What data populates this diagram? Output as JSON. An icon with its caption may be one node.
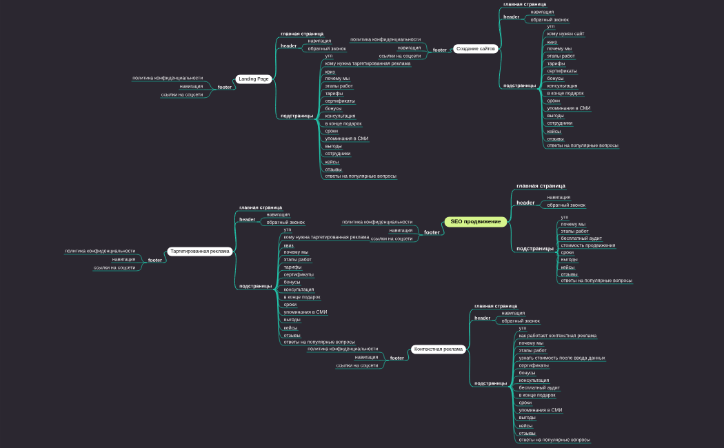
{
  "diagram": {
    "nodes": [
      {
        "text": [
          "Landing Page"
        ]
      },
      {
        "text": [
          "главная страница"
        ]
      },
      {
        "text": [
          "header"
        ]
      },
      {
        "text": [
          "навигация"
        ]
      },
      {
        "text": [
          "обратный звонок"
        ]
      },
      {
        "text": [
          "подстраницы"
        ]
      },
      {
        "text": [
          "утп"
        ]
      },
      {
        "text": [
          "кому нужна таргетированная реклама"
        ]
      },
      {
        "text": [
          "квиз"
        ]
      },
      {
        "text": [
          "почему мы"
        ]
      },
      {
        "text": [
          "этапы работ"
        ]
      },
      {
        "text": [
          "тарифы"
        ]
      },
      {
        "text": [
          "сертификаты"
        ]
      },
      {
        "text": [
          "бонусы"
        ]
      },
      {
        "text": [
          "консультация"
        ]
      },
      {
        "text": [
          "в конце подарок"
        ]
      },
      {
        "text": [
          "сроки"
        ]
      },
      {
        "text": [
          "упоминания в СМИ"
        ]
      },
      {
        "text": [
          "выгоды"
        ]
      },
      {
        "text": [
          "сотрудники"
        ]
      },
      {
        "text": [
          "кейсы"
        ]
      },
      {
        "text": [
          "отзывы"
        ]
      },
      {
        "text": [
          "ответы на популярные вопросы"
        ]
      },
      {
        "text": [
          "footer"
        ]
      },
      {
        "text": [
          "политика конфиденциальности"
        ]
      },
      {
        "text": [
          "навигация"
        ]
      },
      {
        "text": [
          "ссылки на соцсети"
        ]
      },
      {
        "text": [
          "Создание сайтов"
        ]
      },
      {
        "text": [
          "главная страница"
        ]
      },
      {
        "text": [
          "header"
        ]
      },
      {
        "text": [
          "навигация"
        ]
      },
      {
        "text": [
          "обратный звонок"
        ]
      },
      {
        "text": [
          "подстраницы"
        ]
      },
      {
        "text": [
          "утп"
        ]
      },
      {
        "text": [
          "кому нужен сайт"
        ]
      },
      {
        "text": [
          "квиз"
        ]
      },
      {
        "text": [
          "почему мы"
        ]
      },
      {
        "text": [
          "этапы работ"
        ]
      },
      {
        "text": [
          "тарифы"
        ]
      },
      {
        "text": [
          "сертификаты"
        ]
      },
      {
        "text": [
          "бонусы"
        ]
      },
      {
        "text": [
          "консультация"
        ]
      },
      {
        "text": [
          "в конце подарок"
        ]
      },
      {
        "text": [
          "сроки"
        ]
      },
      {
        "text": [
          "упоминания в СМИ"
        ]
      },
      {
        "text": [
          "выгоды"
        ]
      },
      {
        "text": [
          "сотрудники"
        ]
      },
      {
        "text": [
          "кейсы"
        ]
      },
      {
        "text": [
          "отзывы"
        ]
      },
      {
        "text": [
          "ответы на популярные вопросы"
        ]
      },
      {
        "text": [
          "footer"
        ]
      },
      {
        "text": [
          "политика конфиденциальности"
        ]
      },
      {
        "text": [
          "навигация"
        ]
      },
      {
        "text": [
          "ссылки на соцсети"
        ]
      },
      {
        "text": [
          "Таргетированная реклама"
        ]
      },
      {
        "text": [
          "главная страница"
        ]
      },
      {
        "text": [
          "header"
        ]
      },
      {
        "text": [
          "навигация"
        ]
      },
      {
        "text": [
          "обратный звонок"
        ]
      },
      {
        "text": [
          "подстраницы"
        ]
      },
      {
        "text": [
          "утп"
        ]
      },
      {
        "text": [
          "кому нужна таргетированная реклама"
        ]
      },
      {
        "text": [
          "квиз"
        ]
      },
      {
        "text": [
          "почему мы"
        ]
      },
      {
        "text": [
          "этапы работ"
        ]
      },
      {
        "text": [
          "тарифы"
        ]
      },
      {
        "text": [
          "сертификаты"
        ]
      },
      {
        "text": [
          "бонусы"
        ]
      },
      {
        "text": [
          "консультация"
        ]
      },
      {
        "text": [
          "в конце подарок"
        ]
      },
      {
        "text": [
          "сроки"
        ]
      },
      {
        "text": [
          "упоминания в СМИ"
        ]
      },
      {
        "text": [
          "выгоды"
        ]
      },
      {
        "text": [
          "кейсы"
        ]
      },
      {
        "text": [
          "отзывы"
        ]
      },
      {
        "text": [
          "ответы на популярные вопросы"
        ]
      },
      {
        "text": [
          "footer"
        ]
      },
      {
        "text": [
          "политика конфиденциальности"
        ]
      },
      {
        "text": [
          "навигация"
        ]
      },
      {
        "text": [
          "ссылки на соцсети"
        ]
      },
      {
        "text": [
          "SEO продвижение"
        ]
      },
      {
        "text": [
          "главная страница"
        ]
      },
      {
        "text": [
          "header"
        ]
      },
      {
        "text": [
          "навигация"
        ]
      },
      {
        "text": [
          "обратный звонок"
        ]
      },
      {
        "text": [
          "подстраницы"
        ]
      },
      {
        "text": [
          "утп"
        ]
      },
      {
        "text": [
          "почему мы"
        ]
      },
      {
        "text": [
          "этапы работ"
        ]
      },
      {
        "text": [
          "бесплатный аудит"
        ]
      },
      {
        "text": [
          "стоимость продвижения"
        ]
      },
      {
        "text": [
          "сроки"
        ]
      },
      {
        "text": [
          "выгоды"
        ]
      },
      {
        "text": [
          "кейсы"
        ]
      },
      {
        "text": [
          "отзывы"
        ]
      },
      {
        "text": [
          "ответы на популярные вопросы"
        ]
      },
      {
        "text": [
          "footer"
        ]
      },
      {
        "text": [
          "политика конфиденциальности"
        ]
      },
      {
        "text": [
          "навигация"
        ]
      },
      {
        "text": [
          "ссылки на соцсети"
        ]
      },
      {
        "text": [
          "Контекстная реклама"
        ]
      },
      {
        "text": [
          "главная страница"
        ]
      },
      {
        "text": [
          "header"
        ]
      },
      {
        "text": [
          "навигация"
        ]
      },
      {
        "text": [
          "обратный звонок"
        ]
      },
      {
        "text": [
          "подстраницы"
        ]
      },
      {
        "text": [
          "утп"
        ]
      },
      {
        "text": [
          "как работает контекстная реклама"
        ]
      },
      {
        "text": [
          "почему мы"
        ]
      },
      {
        "text": [
          "этапы работ"
        ]
      },
      {
        "text": [
          "узнать стоимость после ввода данных"
        ]
      },
      {
        "text": [
          "сертификаты"
        ]
      },
      {
        "text": [
          "бонусы"
        ]
      },
      {
        "text": [
          "консультация"
        ]
      },
      {
        "text": [
          "бесплатный аудит"
        ]
      },
      {
        "text": [
          "в конце подарок"
        ]
      },
      {
        "text": [
          "сроки"
        ]
      },
      {
        "text": [
          "упоминания в СМИ"
        ]
      },
      {
        "text": [
          "выгоды"
        ]
      },
      {
        "text": [
          "кейсы"
        ]
      },
      {
        "text": [
          "отзывы"
        ]
      },
      {
        "text": [
          "ответы на популярные вопросы"
        ]
      },
      {
        "text": [
          "footer"
        ]
      },
      {
        "text": [
          "политика конфиденциальности"
        ]
      },
      {
        "text": [
          "навигация"
        ]
      },
      {
        "text": [
          "ссылки на соцсети"
        ]
      }
    ],
    "edges": [
      {
        "from": 0,
        "to": 1,
        "arrow": "none"
      },
      {
        "from": 0,
        "to": 2,
        "arrow": "none"
      },
      {
        "from": 2,
        "to": 3,
        "arrow": "none"
      },
      {
        "from": 2,
        "to": 4,
        "arrow": "none"
      },
      {
        "from": 0,
        "to": 5,
        "arrow": "none"
      },
      {
        "from": 5,
        "to": 6,
        "arrow": "none"
      },
      {
        "from": 5,
        "to": 7,
        "arrow": "none"
      },
      {
        "from": 5,
        "to": 8,
        "arrow": "none"
      },
      {
        "from": 5,
        "to": 9,
        "arrow": "none"
      },
      {
        "from": 5,
        "to": 10,
        "arrow": "none"
      },
      {
        "from": 5,
        "to": 11,
        "arrow": "none"
      },
      {
        "from": 5,
        "to": 12,
        "arrow": "none"
      },
      {
        "from": 5,
        "to": 13,
        "arrow": "none"
      },
      {
        "from": 5,
        "to": 14,
        "arrow": "none"
      },
      {
        "from": 5,
        "to": 15,
        "arrow": "none"
      },
      {
        "from": 5,
        "to": 16,
        "arrow": "none"
      },
      {
        "from": 5,
        "to": 17,
        "arrow": "none"
      },
      {
        "from": 5,
        "to": 18,
        "arrow": "none"
      },
      {
        "from": 5,
        "to": 19,
        "arrow": "none"
      },
      {
        "from": 5,
        "to": 20,
        "arrow": "none"
      },
      {
        "from": 5,
        "to": 21,
        "arrow": "none"
      },
      {
        "from": 5,
        "to": 22,
        "arrow": "none"
      },
      {
        "from": 0,
        "to": 23,
        "arrow": "none"
      },
      {
        "from": 23,
        "to": 24,
        "arrow": "none"
      },
      {
        "from": 23,
        "to": 25,
        "arrow": "none"
      },
      {
        "from": 23,
        "to": 26,
        "arrow": "none"
      },
      {
        "from": 27,
        "to": 28,
        "arrow": "none"
      },
      {
        "from": 27,
        "to": 29,
        "arrow": "none"
      },
      {
        "from": 29,
        "to": 30,
        "arrow": "none"
      },
      {
        "from": 29,
        "to": 31,
        "arrow": "none"
      },
      {
        "from": 27,
        "to": 32,
        "arrow": "none"
      },
      {
        "from": 32,
        "to": 33,
        "arrow": "none"
      },
      {
        "from": 32,
        "to": 34,
        "arrow": "none"
      },
      {
        "from": 32,
        "to": 35,
        "arrow": "none"
      },
      {
        "from": 32,
        "to": 36,
        "arrow": "none"
      },
      {
        "from": 32,
        "to": 37,
        "arrow": "none"
      },
      {
        "from": 32,
        "to": 38,
        "arrow": "none"
      },
      {
        "from": 32,
        "to": 39,
        "arrow": "none"
      },
      {
        "from": 32,
        "to": 40,
        "arrow": "none"
      },
      {
        "from": 32,
        "to": 41,
        "arrow": "none"
      },
      {
        "from": 32,
        "to": 42,
        "arrow": "none"
      },
      {
        "from": 32,
        "to": 43,
        "arrow": "none"
      },
      {
        "from": 32,
        "to": 44,
        "arrow": "none"
      },
      {
        "from": 32,
        "to": 45,
        "arrow": "none"
      },
      {
        "from": 32,
        "to": 46,
        "arrow": "none"
      },
      {
        "from": 32,
        "to": 47,
        "arrow": "none"
      },
      {
        "from": 32,
        "to": 48,
        "arrow": "none"
      },
      {
        "from": 32,
        "to": 49,
        "arrow": "none"
      },
      {
        "from": 27,
        "to": 50,
        "arrow": "none"
      },
      {
        "from": 50,
        "to": 51,
        "arrow": "none"
      },
      {
        "from": 50,
        "to": 52,
        "arrow": "none"
      },
      {
        "from": 50,
        "to": 53,
        "arrow": "none"
      },
      {
        "from": 54,
        "to": 55,
        "arrow": "none"
      },
      {
        "from": 54,
        "to": 56,
        "arrow": "none"
      },
      {
        "from": 56,
        "to": 57,
        "arrow": "none"
      },
      {
        "from": 56,
        "to": 58,
        "arrow": "none"
      },
      {
        "from": 54,
        "to": 59,
        "arrow": "none"
      },
      {
        "from": 59,
        "to": 60,
        "arrow": "none"
      },
      {
        "from": 59,
        "to": 61,
        "arrow": "none"
      },
      {
        "from": 59,
        "to": 62,
        "arrow": "none"
      },
      {
        "from": 59,
        "to": 63,
        "arrow": "none"
      },
      {
        "from": 59,
        "to": 64,
        "arrow": "none"
      },
      {
        "from": 59,
        "to": 65,
        "arrow": "none"
      },
      {
        "from": 59,
        "to": 66,
        "arrow": "none"
      },
      {
        "from": 59,
        "to": 67,
        "arrow": "none"
      },
      {
        "from": 59,
        "to": 68,
        "arrow": "none"
      },
      {
        "from": 59,
        "to": 69,
        "arrow": "none"
      },
      {
        "from": 59,
        "to": 70,
        "arrow": "none"
      },
      {
        "from": 59,
        "to": 71,
        "arrow": "none"
      },
      {
        "from": 59,
        "to": 72,
        "arrow": "none"
      },
      {
        "from": 59,
        "to": 73,
        "arrow": "none"
      },
      {
        "from": 59,
        "to": 74,
        "arrow": "none"
      },
      {
        "from": 59,
        "to": 75,
        "arrow": "none"
      },
      {
        "from": 54,
        "to": 76,
        "arrow": "none"
      },
      {
        "from": 76,
        "to": 77,
        "arrow": "none"
      },
      {
        "from": 76,
        "to": 78,
        "arrow": "none"
      },
      {
        "from": 76,
        "to": 79,
        "arrow": "none"
      },
      {
        "from": 80,
        "to": 81,
        "arrow": "none"
      },
      {
        "from": 80,
        "to": 82,
        "arrow": "none"
      },
      {
        "from": 82,
        "to": 83,
        "arrow": "none"
      },
      {
        "from": 82,
        "to": 84,
        "arrow": "none"
      },
      {
        "from": 80,
        "to": 85,
        "arrow": "none"
      },
      {
        "from": 85,
        "to": 86,
        "arrow": "none"
      },
      {
        "from": 85,
        "to": 87,
        "arrow": "none"
      },
      {
        "from": 85,
        "to": 88,
        "arrow": "none"
      },
      {
        "from": 85,
        "to": 89,
        "arrow": "none"
      },
      {
        "from": 85,
        "to": 90,
        "arrow": "none"
      },
      {
        "from": 85,
        "to": 91,
        "arrow": "none"
      },
      {
        "from": 85,
        "to": 92,
        "arrow": "none"
      },
      {
        "from": 85,
        "to": 93,
        "arrow": "none"
      },
      {
        "from": 85,
        "to": 94,
        "arrow": "none"
      },
      {
        "from": 85,
        "to": 95,
        "arrow": "none"
      },
      {
        "from": 80,
        "to": 96,
        "arrow": "none"
      },
      {
        "from": 96,
        "to": 97,
        "arrow": "none"
      },
      {
        "from": 96,
        "to": 98,
        "arrow": "none"
      },
      {
        "from": 96,
        "to": 99,
        "arrow": "none"
      },
      {
        "from": 100,
        "to": 101,
        "arrow": "none"
      },
      {
        "from": 100,
        "to": 102,
        "arrow": "none"
      },
      {
        "from": 102,
        "to": 103,
        "arrow": "none"
      },
      {
        "from": 102,
        "to": 104,
        "arrow": "none"
      },
      {
        "from": 100,
        "to": 105,
        "arrow": "none"
      },
      {
        "from": 105,
        "to": 106,
        "arrow": "none"
      },
      {
        "from": 105,
        "to": 107,
        "arrow": "none"
      },
      {
        "from": 105,
        "to": 108,
        "arrow": "none"
      },
      {
        "from": 105,
        "to": 109,
        "arrow": "none"
      },
      {
        "from": 105,
        "to": 110,
        "arrow": "none"
      },
      {
        "from": 105,
        "to": 111,
        "arrow": "none"
      },
      {
        "from": 105,
        "to": 112,
        "arrow": "none"
      },
      {
        "from": 105,
        "to": 113,
        "arrow": "none"
      },
      {
        "from": 105,
        "to": 114,
        "arrow": "none"
      },
      {
        "from": 105,
        "to": 115,
        "arrow": "none"
      },
      {
        "from": 105,
        "to": 116,
        "arrow": "none"
      },
      {
        "from": 105,
        "to": 117,
        "arrow": "none"
      },
      {
        "from": 105,
        "to": 118,
        "arrow": "none"
      },
      {
        "from": 105,
        "to": 119,
        "arrow": "none"
      },
      {
        "from": 105,
        "to": 120,
        "arrow": "none"
      },
      {
        "from": 105,
        "to": 121,
        "arrow": "none"
      },
      {
        "from": 100,
        "to": 122,
        "arrow": "none"
      },
      {
        "from": 122,
        "to": 123,
        "arrow": "none"
      },
      {
        "from": 122,
        "to": 124,
        "arrow": "none"
      },
      {
        "from": 122,
        "to": 125,
        "arrow": "none"
      }
    ]
  }
}
